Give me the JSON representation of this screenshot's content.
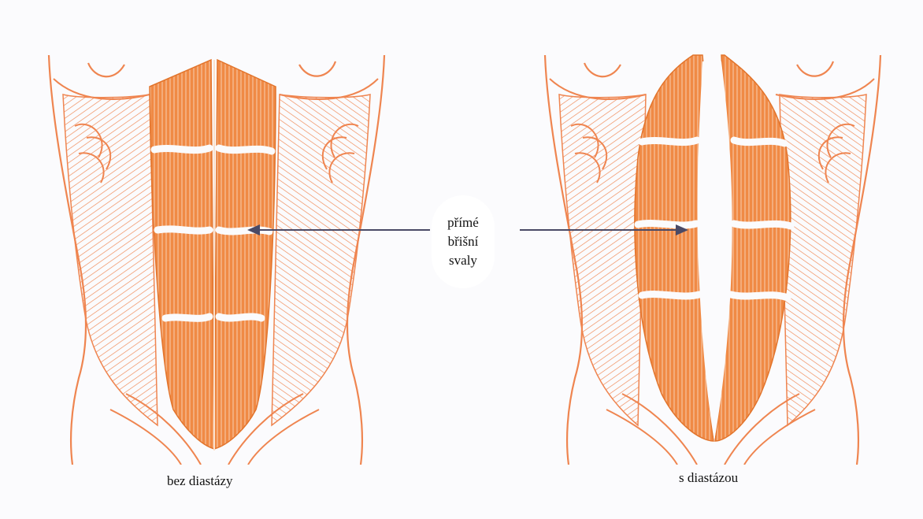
{
  "colors": {
    "muscle": "#f08a45",
    "muscle_dark": "#e2742c",
    "outline": "#ef8550",
    "background": "#fbfbfd",
    "arrow": "#4a4a66",
    "text": "#111111"
  },
  "center_label": {
    "line1": "přímé",
    "line2": "břišní",
    "line3": "svaly"
  },
  "figures": [
    {
      "id": "left",
      "caption": "bez diastázy"
    },
    {
      "id": "right",
      "caption": "s diastázou"
    }
  ]
}
